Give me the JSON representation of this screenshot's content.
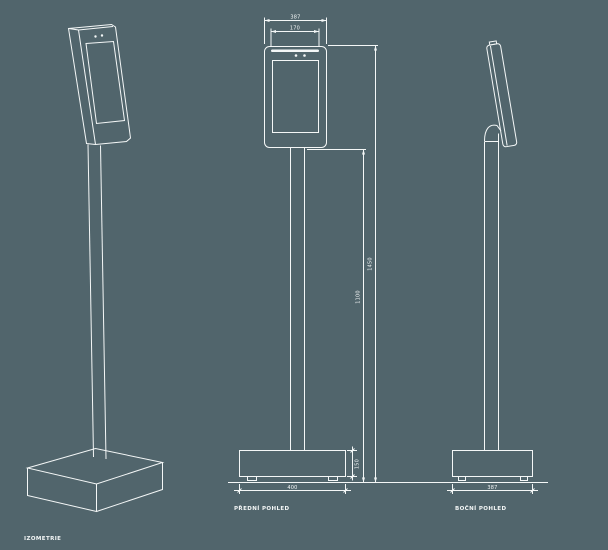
{
  "title": "Kiosk stand technical drawing",
  "colors": {
    "background": "#51656C",
    "line": "#F4F7F7"
  },
  "views": {
    "isometric": {
      "label": "IZOMETRIE"
    },
    "front": {
      "label": "PŘEDNÍ POHLED"
    },
    "side": {
      "label": "BOČNÍ POHLED"
    }
  },
  "dimensions": {
    "screen_width": "387",
    "slot_width": "170",
    "total_height": "1450",
    "pole_with_base_height": "1100",
    "base_height": "150",
    "front_base_width": "400",
    "side_base_depth": "387"
  }
}
